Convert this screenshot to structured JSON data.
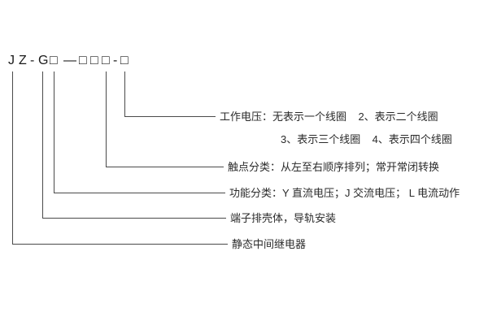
{
  "model_code": {
    "chars": [
      "J",
      "Z",
      "-",
      "G",
      "□",
      "—",
      "□",
      "□",
      "□",
      "-",
      "□"
    ]
  },
  "descriptions": {
    "working_voltage_1": "工作电压：无表示一个线圈    2、表示二个线圈",
    "working_voltage_2": "3、表示三个线圈    4、表示四个线圈",
    "contacts": "触点分类：从左至右顺序排列；常开常闭转换",
    "function": "功能分类：Y 直流电压；J 交流电压； L 电流动作",
    "housing": "端子排壳体，导轨安装",
    "relay_type": "静态中间继电器"
  }
}
